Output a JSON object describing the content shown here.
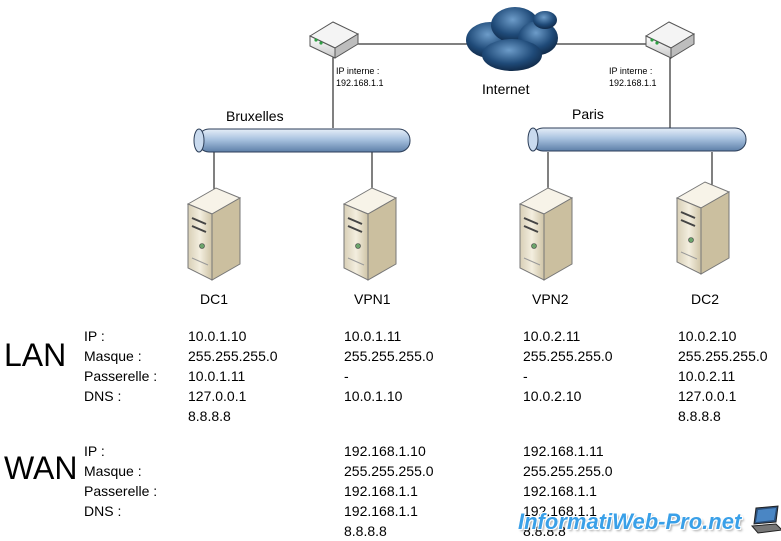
{
  "network": {
    "cloud_label": "Internet",
    "left_site": "Bruxelles",
    "right_site": "Paris",
    "left_router_label": "IP interne :",
    "left_router_ip": "192.168.1.1",
    "right_router_label": "IP interne :",
    "right_router_ip": "192.168.1.1",
    "hosts": [
      "DC1",
      "VPN1",
      "VPN2",
      "DC2"
    ]
  },
  "lan": {
    "title": "LAN",
    "labels": [
      "IP :",
      "Masque :",
      "Passerelle :",
      "DNS :"
    ],
    "columns": [
      [
        "10.0.1.10",
        "255.255.255.0",
        "10.0.1.11",
        "127.0.0.1",
        "8.8.8.8"
      ],
      [
        "10.0.1.11",
        "255.255.255.0",
        "-",
        "10.0.1.10"
      ],
      [
        "10.0.2.11",
        "255.255.255.0",
        "-",
        "10.0.2.10"
      ],
      [
        "10.0.2.10",
        "255.255.255.0",
        "10.0.2.11",
        "127.0.0.1",
        "8.8.8.8"
      ]
    ]
  },
  "wan": {
    "title": "WAN",
    "labels": [
      "IP :",
      "Masque :",
      "Passerelle :",
      "DNS :"
    ],
    "columns": [
      [
        "192.168.1.10",
        "255.255.255.0",
        "192.168.1.1",
        "192.168.1.1",
        "8.8.8.8"
      ],
      [
        "192.168.1.11",
        "255.255.255.0",
        "192.168.1.1",
        "192.168.1.1",
        "8.8.8.8"
      ]
    ]
  },
  "watermark": "InformatiWeb-Pro.net",
  "colors": {
    "pipe": "#a9c3e0",
    "cloud": "#1f4a78",
    "server": "#e9e2cf",
    "watermark": "#3aa0e8"
  }
}
